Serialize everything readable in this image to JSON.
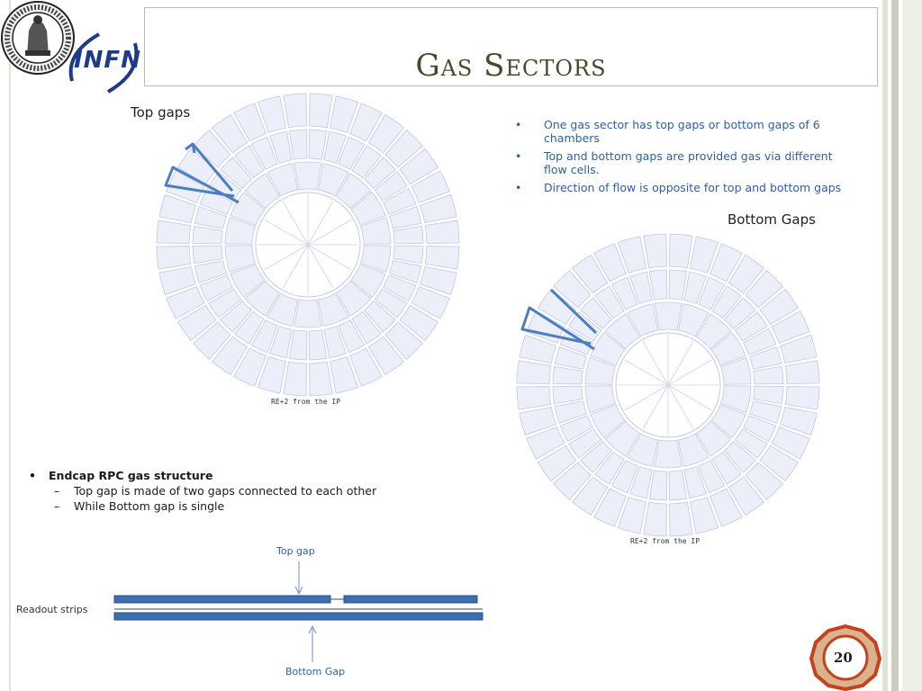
{
  "slide": {
    "title": "Gas Sectors",
    "page_number": "20"
  },
  "logos": {
    "infn_text": "INFN"
  },
  "left_diagram": {
    "label": "Top gaps",
    "caption": "RE+2 from the IP"
  },
  "right_diagram": {
    "label": "Bottom Gaps",
    "caption": "RE+2 from the IP"
  },
  "bullets": [
    "One gas sector has top gaps or bottom gaps of 6 chambers",
    "Top and bottom gaps are provided gas via different flow cells.",
    "Direction of flow is opposite for top and bottom gaps"
  ],
  "endcap": {
    "heading": "Endcap RPC gas structure",
    "items": [
      "Top gap is made of two gaps connected to each other",
      "While Bottom gap is single"
    ]
  },
  "gap_figure": {
    "top_gap": "Top gap",
    "readout": "Readout strips",
    "bottom_gap": "Bottom Gap"
  },
  "colors": {
    "title": "#4a4a2a",
    "text_blue": "#2d5fa8",
    "chamber_fill": "#eceef9",
    "strip_blue": "#3b6fb0",
    "arrow_blue": "#4a7fc0",
    "badge_red": "#c4421c"
  },
  "icons": {
    "seal": "university-seal-icon",
    "infn": "infn-logo-icon",
    "bullet": "bullet-dot-icon",
    "dash": "dash-icon",
    "badge": "page-number-badge-icon"
  }
}
